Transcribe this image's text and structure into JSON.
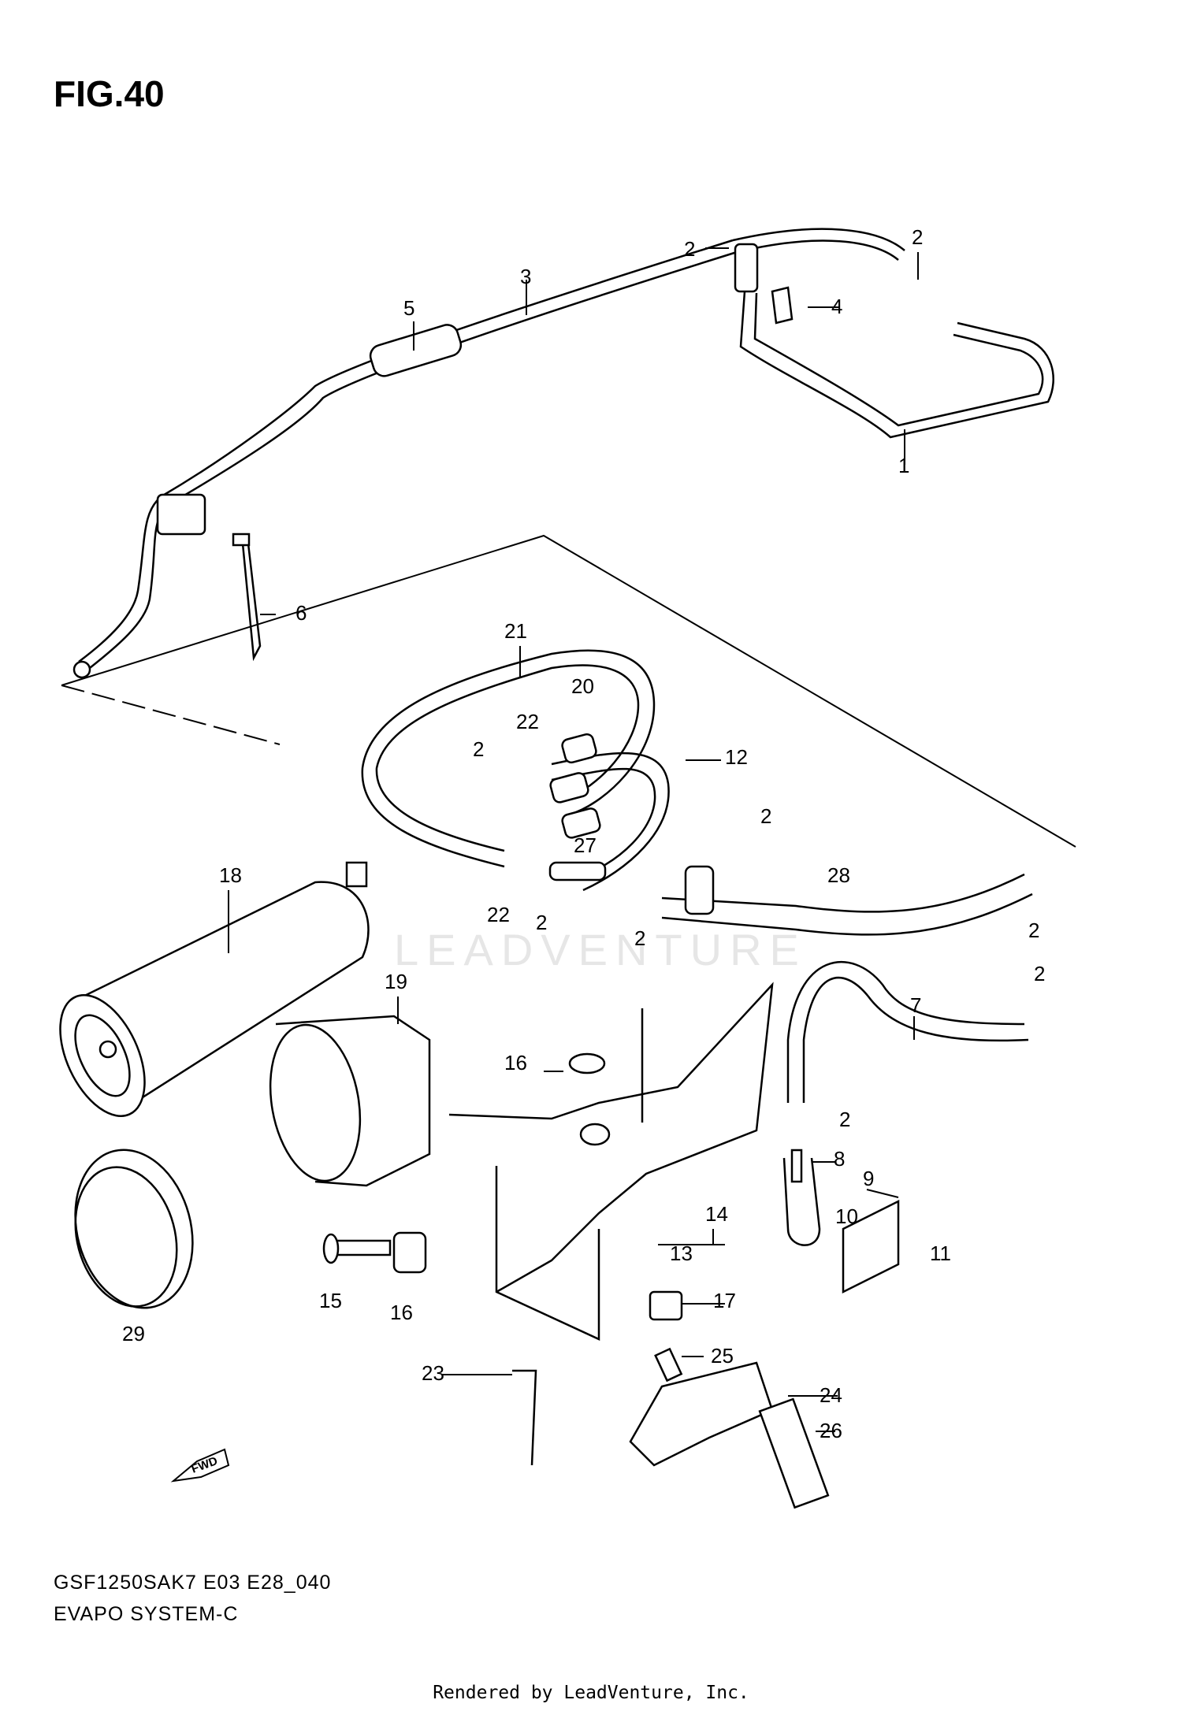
{
  "figure": {
    "title": "FIG.40",
    "code": "GSF1250SAK7 E03 E28_040",
    "name": "EVAPO SYSTEM-C",
    "rendered_by": "Rendered by LeadVenture, Inc.",
    "watermark": "LEADVENTURE",
    "fwd_label": "FWD"
  },
  "callouts": [
    "1",
    "2",
    "2",
    "2",
    "2",
    "2",
    "2",
    "2",
    "2",
    "3",
    "4",
    "5",
    "6",
    "7",
    "8",
    "9",
    "10",
    "11",
    "12",
    "13",
    "14",
    "15",
    "16",
    "16",
    "17",
    "18",
    "19",
    "20",
    "21",
    "22",
    "22",
    "23",
    "24",
    "25",
    "26",
    "27",
    "28",
    "29"
  ]
}
